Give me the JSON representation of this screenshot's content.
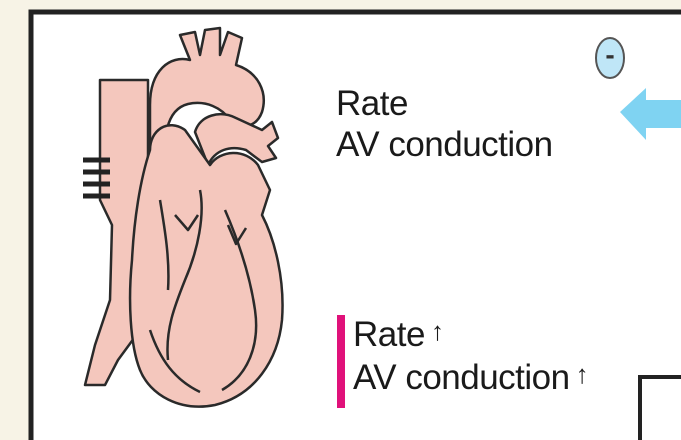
{
  "upper_effects": {
    "line1": "Rate",
    "line2": "AV conduction"
  },
  "lower_effects": {
    "line1": "Rate",
    "line2": "AV conduction",
    "arrow": "↑"
  },
  "inhibit_badge": "-",
  "colors": {
    "heart_fill": "#f4c7bd",
    "heart_outline": "#2a2a2a",
    "blue_arrow": "#7fd3f2",
    "badge_fill": "#bfe6f7",
    "accent_bar": "#e0117a",
    "frame": "#222222",
    "background": "#f7f3e6"
  }
}
